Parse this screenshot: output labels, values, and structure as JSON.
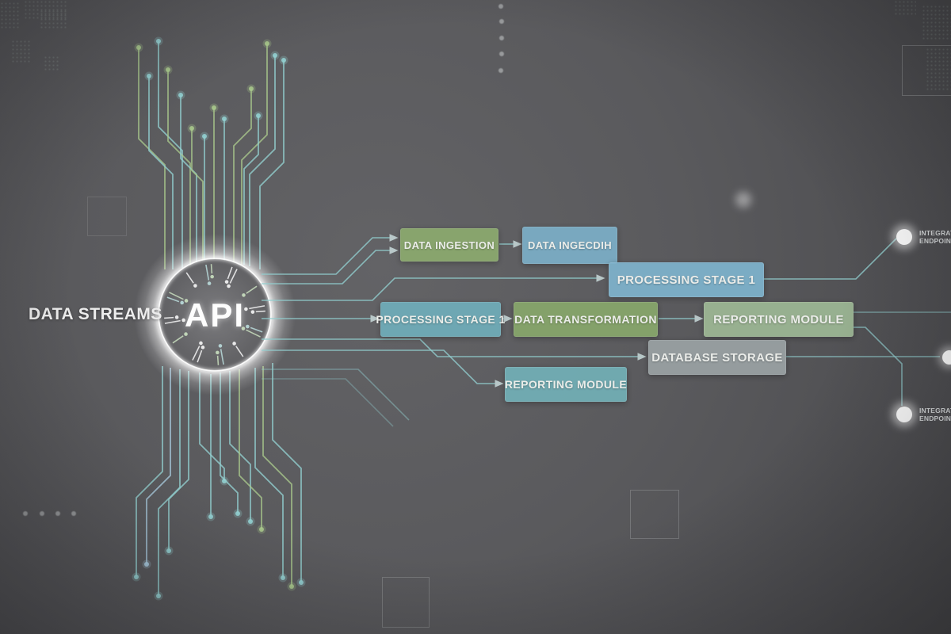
{
  "hub": {
    "label": "API"
  },
  "left_label": "DATA STREAMS",
  "nodes": [
    {
      "id": "data-ingestion",
      "label": "DATA INGESTION",
      "color": "green1"
    },
    {
      "id": "data-ingestion-2",
      "label": "DATA INGECDIH",
      "color": "blue1"
    },
    {
      "id": "processing-stage-1",
      "label": "PROCESSING STAGE 1",
      "color": "blue2"
    },
    {
      "id": "processing-stage-1b",
      "label": "PROCESSING STAGE 1",
      "color": "teal1"
    },
    {
      "id": "data-transformation",
      "label": "DATA TRANSFORMATION",
      "color": "green2"
    },
    {
      "id": "reporting-module",
      "label": "REPORTING MODULE",
      "color": "green3"
    },
    {
      "id": "database-storage",
      "label": "DATABASE STORAGE",
      "color": "gray1"
    },
    {
      "id": "reporting-module-2",
      "label": "REPORTING MODULE",
      "color": "teal2"
    }
  ],
  "endpoints": [
    {
      "label_line1": "INTEGRATION",
      "label_line2": "ENDPOINT"
    },
    {
      "label_line1": "INTEGRATION",
      "label_line2": "ENDPOINT"
    }
  ],
  "colors": {
    "green1": "#8BA96E",
    "blue1": "#7BADC5",
    "blue2": "#7EB2CB",
    "teal1": "#6FACB8",
    "green2": "#87A66B",
    "green3": "#9CB694",
    "gray1": "#99A1A3",
    "teal2": "#72AEB5",
    "trace_green": "#a9c88c",
    "trace_cyan": "#92cfd0",
    "trace_pale": "#a9cadf",
    "arrow": "#cfe2e2",
    "hub_glow": "#ffffff",
    "background": "#58585b"
  }
}
